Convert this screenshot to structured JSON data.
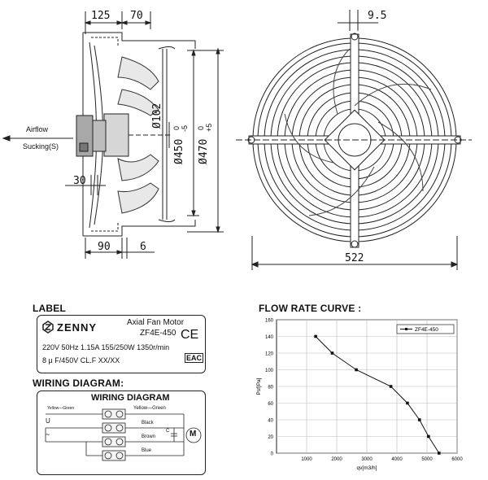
{
  "airflow": {
    "label": "Airflow",
    "sucking": "Sucking(S)"
  },
  "dimensions": {
    "d125": "125",
    "d70": "70",
    "d30": "30",
    "d90": "90",
    "d6": "6",
    "d9_5": "9.5",
    "d522": "522",
    "phi102": "Ø102",
    "phi450": "Ø450",
    "phi450_tol": "-5",
    "phi450_tol2": "0",
    "phi470": "Ø470",
    "phi470_tol": "+5",
    "phi470_tol2": "0"
  },
  "label_section": {
    "title": "LABEL",
    "brand": "ZENNY",
    "product": "Axial Fan Motor",
    "model": "ZF4E-450",
    "spec_line1": "220V 50Hz 1.15A 155/250W 1350r/min",
    "spec_line2": "8 μ F/450V CL.F XX/XX",
    "ce_mark": "CE",
    "eac_mark": "EAC"
  },
  "wiring": {
    "section_title": "WIRING DIAGRAM:",
    "box_title": "WIRING DIAGRAM",
    "left_wire_label": "Yellow—Green",
    "right_wire_label": "Yellow—Green",
    "black": "Black",
    "brown": "Brown",
    "blue": "Blue",
    "capacitor": "C",
    "motor": "M",
    "u_symbol": "U",
    "ac_symbol": "~"
  },
  "flow_curve": {
    "title": "FLOW RATE CURVE :",
    "legend": "ZF4E-450"
  },
  "chart_data": {
    "type": "line",
    "title": "",
    "xlabel": "qv[m3/h]",
    "ylabel": "Psf[Pa]",
    "xlim": [
      0,
      6000
    ],
    "ylim": [
      0,
      160
    ],
    "xticks": [
      1000,
      2000,
      3000,
      4000,
      5000,
      6000
    ],
    "yticks": [
      0,
      20,
      40,
      60,
      80,
      100,
      120,
      140,
      160
    ],
    "grid": true,
    "legend_position": "top-right",
    "series": [
      {
        "name": "ZF4E-450",
        "x": [
          1300,
          1850,
          2650,
          3800,
          4350,
          4750,
          5050,
          5400
        ],
        "y": [
          140,
          120,
          100,
          80,
          60,
          40,
          20,
          0
        ]
      }
    ]
  }
}
